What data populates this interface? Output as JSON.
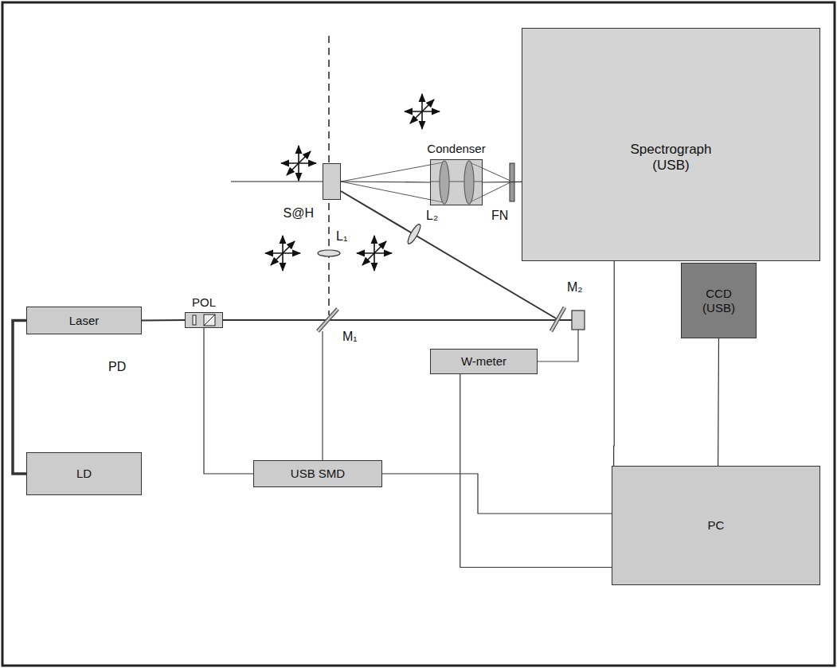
{
  "diagram": {
    "nodes": [
      {
        "text": [
          "Spectrograph (USB)"
        ]
      },
      {
        "text": [
          "CCD (USB)"
        ]
      },
      {
        "text": [
          "Condenser"
        ]
      },
      {
        "text": [
          "S@H"
        ]
      },
      {
        "text": [
          "POL"
        ]
      },
      {
        "text": [
          "Laser"
        ]
      },
      {
        "text": [
          "LD"
        ]
      },
      {
        "text": [
          "W-meter"
        ]
      },
      {
        "text": [
          "USB SMD"
        ]
      },
      {
        "text": [
          "PC"
        ]
      }
    ],
    "edges": [
      {
        "from": 5,
        "to": 4,
        "arrow": "none"
      },
      {
        "from": 5,
        "to": 6,
        "arrow": "none"
      },
      {
        "from": 4,
        "to": 8,
        "arrow": "none"
      },
      {
        "from": 3,
        "to": 2,
        "arrow": "none"
      },
      {
        "from": 2,
        "to": 0,
        "arrow": "none"
      },
      {
        "from": 0,
        "to": 9,
        "arrow": "none"
      },
      {
        "from": 1,
        "to": 9,
        "arrow": "none"
      },
      {
        "from": 7,
        "to": 9,
        "arrow": "none"
      },
      {
        "from": 8,
        "to": 9,
        "arrow": "none"
      }
    ],
    "labels": [
      "PD",
      "L₁",
      "L₂",
      "M₁",
      "M₂",
      "FN"
    ]
  }
}
